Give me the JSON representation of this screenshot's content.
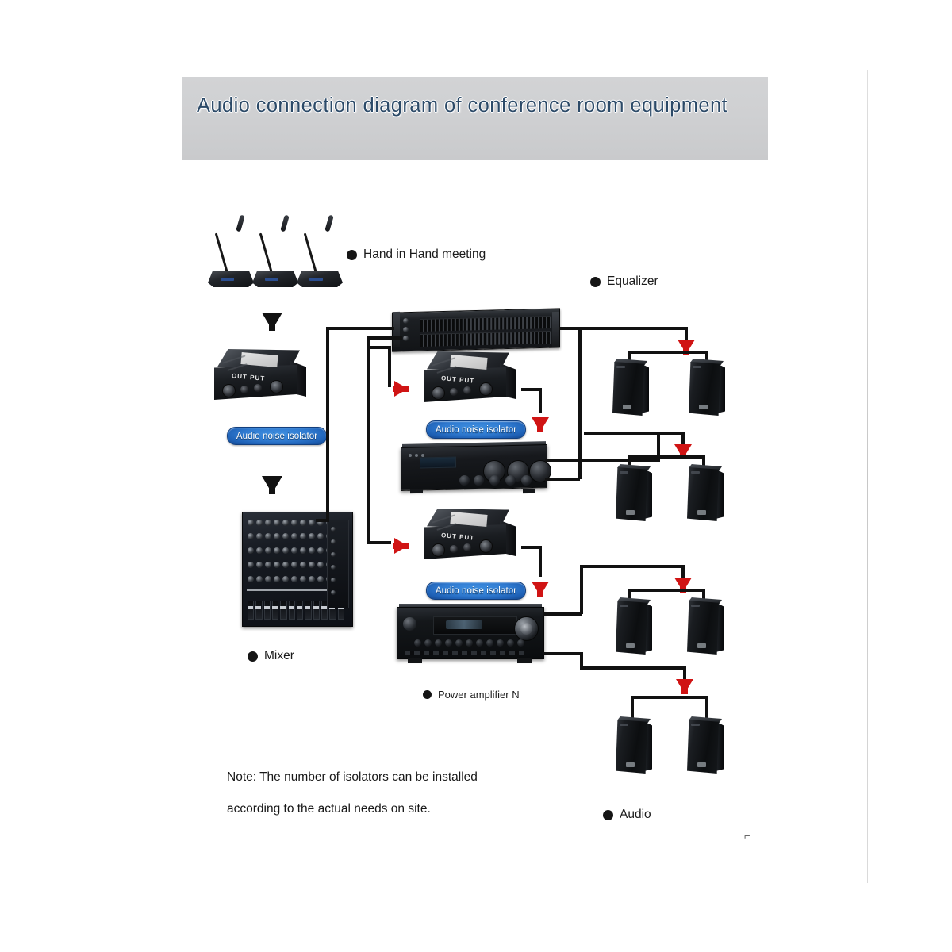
{
  "title": {
    "text": "Audio connection diagram of conference room equipment"
  },
  "labels": {
    "hand_in_hand": "Hand in Hand meeting",
    "equalizer": "Equalizer",
    "mixer": "Mixer",
    "power_amplifier": "Power amplifier N",
    "audio": "Audio"
  },
  "pills": [
    {
      "id": "isolator-left",
      "text": "Audio noise isolator"
    },
    {
      "id": "isolator-mid",
      "text": "Audio noise isolator"
    },
    {
      "id": "isolator-low",
      "text": "Audio noise isolator"
    }
  ],
  "devices": {
    "isolator_output_text": "OUT PUT",
    "microphone_count": 3,
    "isolator_count": 3,
    "speaker_count": 8,
    "amplifier_count": 2,
    "equalizer_count": 1,
    "mixer_count": 1
  },
  "note": {
    "line1": "Note: The number of isolators can be installed",
    "line2": "according to the actual needs on site."
  },
  "scan_artifact": "⌐",
  "colors": {
    "title_text": "#2c4a68",
    "title_banner": "#cfd0d2",
    "pill_blue": "#2f7ad0",
    "wire_black": "#111111",
    "arrow_red": "#d01414",
    "page_background": "#ffffff"
  }
}
